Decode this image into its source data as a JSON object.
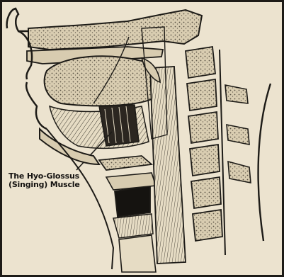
{
  "illustration": {
    "subject": "sagittal-section-head-neck",
    "colors": {
      "paper": "#ece3cf",
      "ink": "#1d1b17",
      "bone": "#d8ccb0",
      "muscle": "#e6dcc4"
    }
  },
  "callout": {
    "line1": "The Hyo-Glossus",
    "line2": "(Singing) Muscle"
  }
}
